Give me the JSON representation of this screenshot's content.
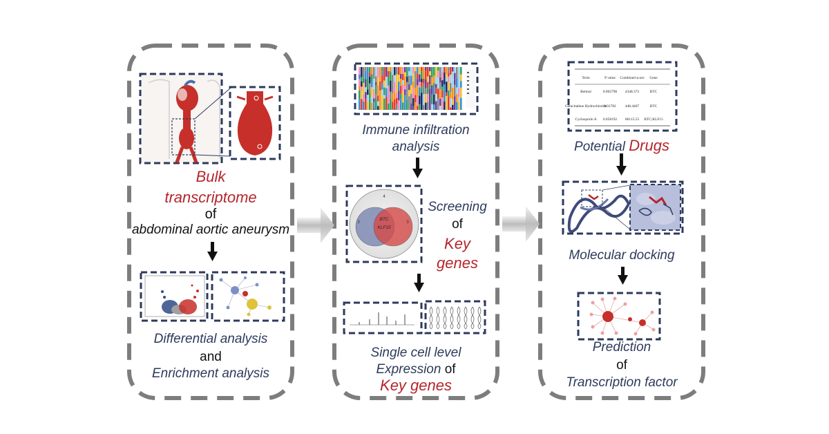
{
  "panel1": {
    "title_line1": "Bulk",
    "title_line2": "transcriptome",
    "title_of": "of",
    "title_line3": "abdominal aortic aneurysm",
    "bottom_line1": "Differential analysis",
    "bottom_and": "and",
    "bottom_line2": "Enrichment analysis"
  },
  "panel2": {
    "immune_line1": "Immune infiltration",
    "immune_line2": "analysis",
    "screening": "Screening",
    "screening_of": "of",
    "key": "Key",
    "genes": "genes",
    "single_line1": "Single cell level",
    "single_expression": "Expression",
    "single_of": " of",
    "single_line3": "Key genes",
    "venn_left_count": "3",
    "venn_center_line1": "BTC",
    "venn_center_line2": "KLF15",
    "venn_right_count": "3",
    "venn_top_count": "4"
  },
  "panel3": {
    "drugs_prefix": "Potential ",
    "drugs_word": "Drugs",
    "docking": "Molecular docking",
    "prediction": "Prediction",
    "prediction_of": "of",
    "transcription": "Transcription factor",
    "drug_table": {
      "headers": [
        "Term",
        "P value",
        "Combined score",
        "Gene"
      ],
      "rows": [
        [
          "Retinol",
          "0.002798",
          "4348.373",
          "BTC"
        ],
        [
          "Gemcitabine Hydrochloride",
          "0.01782",
          "448.4467",
          "BTC"
        ],
        [
          "Cyclosporin A",
          "0.058192",
          "86115.53",
          "BTC;KLF15"
        ]
      ]
    }
  },
  "colors": {
    "panel_dash": "#7d7d7d",
    "frame_dash": "#2d3a5c",
    "accent_red": "#b5252b",
    "navy_text": "#2d3a5c",
    "arrow_gray": "#c9c9c9"
  }
}
